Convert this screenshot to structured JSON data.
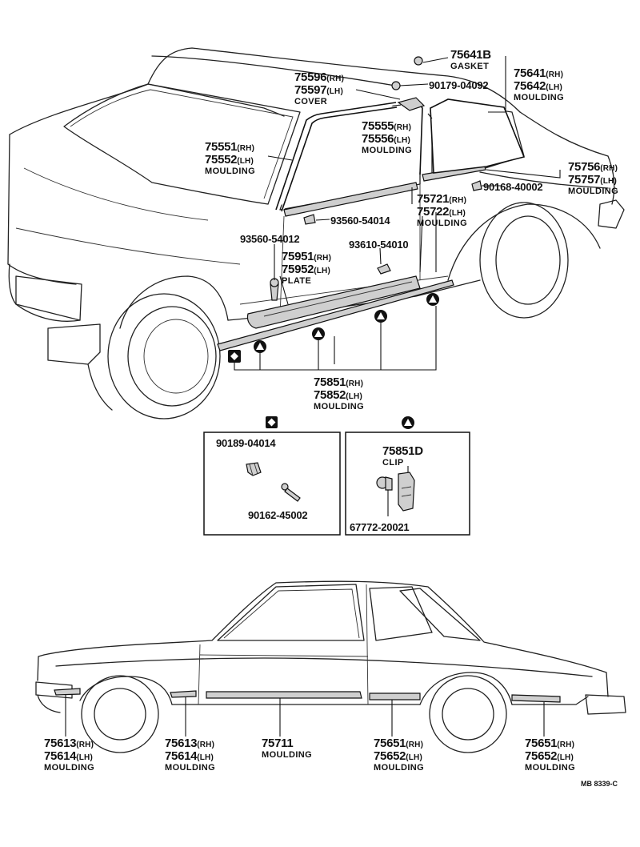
{
  "callouts": {
    "gasket": {
      "pn": "75641B",
      "caption": "GASKET"
    },
    "cover": {
      "rh": "75596",
      "lh": "75597",
      "caption": "COVER"
    },
    "screw_cover": {
      "pn": "90179-04092"
    },
    "quarter_window": {
      "rh": "75641",
      "lh": "75642",
      "caption": "MOULDING"
    },
    "roof_drip": {
      "rh": "75555",
      "lh": "75556",
      "caption": "MOULDING"
    },
    "windshield": {
      "rh": "75551",
      "lh": "75552",
      "caption": "MOULDING"
    },
    "quarter_belt": {
      "rh": "75756",
      "lh": "75757",
      "caption": "MOULDING"
    },
    "screw_quarter": {
      "pn": "90168-40002"
    },
    "door_belt": {
      "rh": "75721",
      "lh": "75722",
      "caption": "MOULDING"
    },
    "screw_belt": {
      "pn": "93560-54014"
    },
    "screw_plate": {
      "pn": "93560-54012"
    },
    "screw_rocker": {
      "pn": "93610-54010"
    },
    "plate": {
      "rh": "75951",
      "lh": "75952",
      "caption": "PLATE"
    },
    "rocker": {
      "rh": "75851",
      "lh": "75852",
      "caption": "MOULDING"
    }
  },
  "detail_diamond": {
    "screw1": "90189-04014",
    "screw2": "90162-45002"
  },
  "detail_triangle": {
    "clip_pn": "75851D",
    "clip_caption": "CLIP",
    "clip_sub": "67772-20021"
  },
  "side_view": {
    "front_fender": {
      "rh": "75613",
      "lh": "75614",
      "caption": "MOULDING"
    },
    "front_fender_rear": {
      "rh": "75613",
      "lh": "75614",
      "caption": "MOULDING"
    },
    "door": {
      "pn": "75711",
      "caption": "MOULDING"
    },
    "quarter_front": {
      "rh": "75651",
      "lh": "75652",
      "caption": "MOULDING"
    },
    "quarter_rear": {
      "rh": "75651",
      "lh": "75652",
      "caption": "MOULDING"
    }
  },
  "side_tags": {
    "rh": "(RH)",
    "lh": "(LH)"
  },
  "reference": "MB 8339-C"
}
